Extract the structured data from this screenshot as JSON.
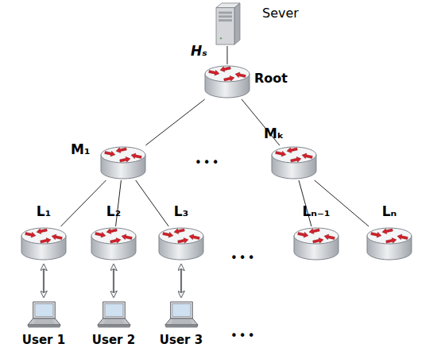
{
  "diagram": {
    "nodes": [
      {
        "text": [
          "Sever"
        ]
      },
      {
        "text": [
          "Root"
        ]
      },
      {
        "text": [
          "M₁"
        ]
      },
      {
        "text": [
          "Mₖ"
        ]
      },
      {
        "text": [
          "L₁"
        ]
      },
      {
        "text": [
          "L₂"
        ]
      },
      {
        "text": [
          "L₃"
        ]
      },
      {
        "text": [
          "Lₙ₋₁"
        ]
      },
      {
        "text": [
          "Lₙ"
        ]
      },
      {
        "text": [
          "User 1"
        ]
      },
      {
        "text": [
          "User 2"
        ]
      },
      {
        "text": [
          "User 3"
        ]
      }
    ],
    "edges": [
      {
        "from": 0,
        "to": 1,
        "arrow": "none",
        "label": "Hₛ"
      },
      {
        "from": 1,
        "to": 2,
        "arrow": "none"
      },
      {
        "from": 1,
        "to": 3,
        "arrow": "none"
      },
      {
        "from": 2,
        "to": 4,
        "arrow": "none"
      },
      {
        "from": 2,
        "to": 5,
        "arrow": "none"
      },
      {
        "from": 2,
        "to": 6,
        "arrow": "none"
      },
      {
        "from": 3,
        "to": 7,
        "arrow": "none"
      },
      {
        "from": 3,
        "to": 8,
        "arrow": "none"
      },
      {
        "from": 4,
        "to": 9,
        "arrow": "both"
      },
      {
        "from": 5,
        "to": 10,
        "arrow": "both"
      },
      {
        "from": 6,
        "to": 11,
        "arrow": "both"
      }
    ],
    "labels": [
      "•••",
      "•••",
      "•••"
    ]
  }
}
